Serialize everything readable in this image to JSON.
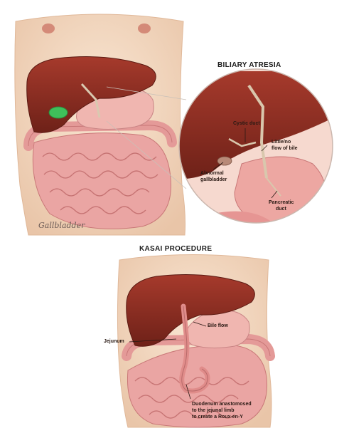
{
  "titles": {
    "top_right": "BILIARY ATRESIA",
    "bottom": "KASAI PROCEDURE"
  },
  "labels": {
    "cystic_duct": "Cystic duct",
    "little_flow_1": "Little/no",
    "little_flow_2": "flow of bile",
    "abnormal_gb_1": "Abnormal",
    "abnormal_gb_2": "gallbladder",
    "pancreatic_1": "Pancreatic",
    "pancreatic_2": "duct",
    "bile_flow": "Bile flow",
    "jejunum": "Jejunum",
    "duodenum_1": "Duodenum anastomosed",
    "duodenum_2": "to the jejunal limb",
    "duodenum_3": "to create a Roux-en-Y"
  },
  "signature": "Gallbladder",
  "colors": {
    "skin": "#f4dcc4",
    "liver": "#8e2f24",
    "intestine": "#e8a0a0",
    "gallbladder": "#3fbf5a",
    "inset_bg": "#f6d9cf"
  }
}
